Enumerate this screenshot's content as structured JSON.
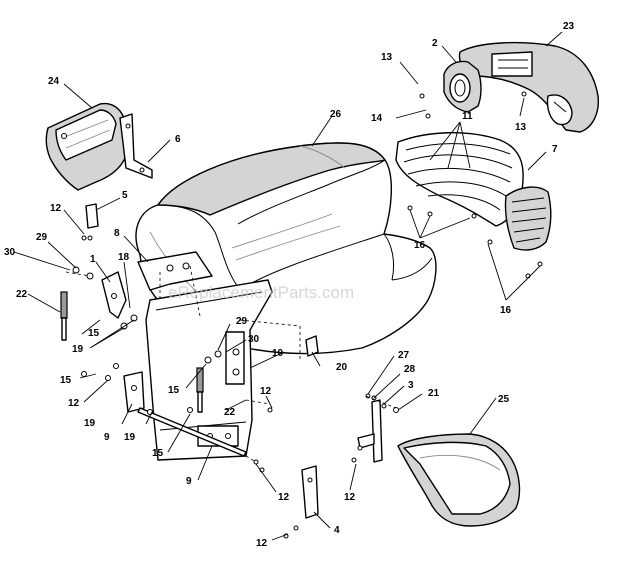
{
  "watermark": "eReplacementParts.com",
  "callouts": {
    "c2": "2",
    "c23": "23",
    "c13a": "13",
    "c13b": "13",
    "c14": "14",
    "c24": "24",
    "c6": "6",
    "c26": "26",
    "c11": "11",
    "c7": "7",
    "c5": "5",
    "c12a": "12",
    "c8": "8",
    "c16a": "16",
    "c16b": "16",
    "c29a": "29",
    "c30a": "30",
    "c1": "1",
    "c18": "18",
    "c22a": "22",
    "c15a": "15",
    "c19a": "19",
    "c29b": "29",
    "c30b": "30",
    "c10": "10",
    "c20": "20",
    "c15b": "15",
    "c12b": "12",
    "c15c": "15",
    "c22b": "22",
    "c9a": "9",
    "c19b": "19",
    "c12c": "12",
    "c15d": "15",
    "c27": "27",
    "c28": "28",
    "c3": "3",
    "c21": "21",
    "c25": "25",
    "c9b": "9",
    "c12d": "12",
    "c12e": "12",
    "c4": "4",
    "c12f": "12"
  }
}
